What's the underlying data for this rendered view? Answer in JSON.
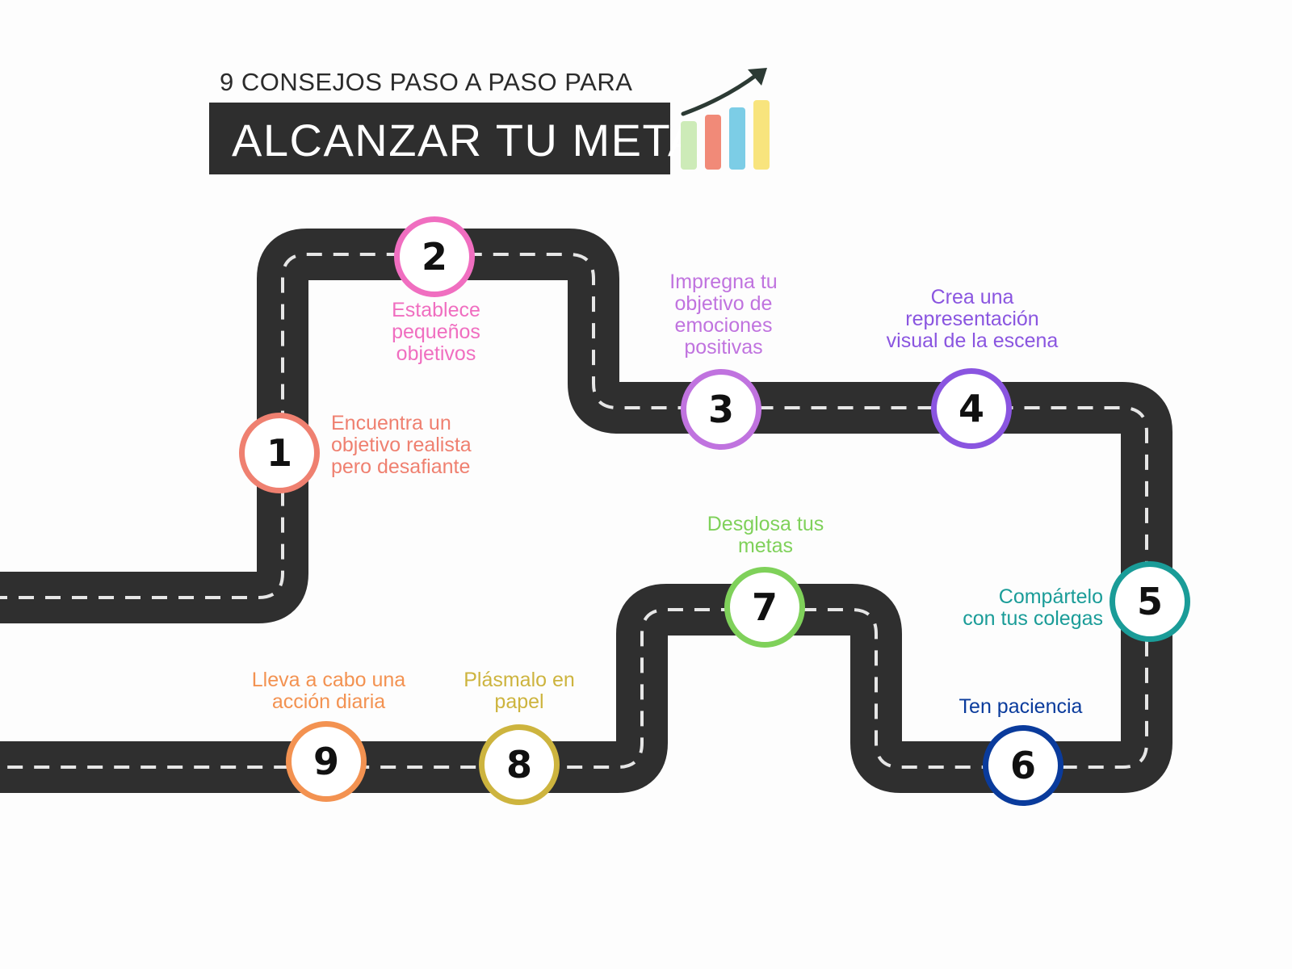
{
  "header": {
    "subtitle": "9 CONSEJOS PASO A PASO PARA",
    "title": "ALCANZAR TU META"
  },
  "icons": {
    "chart": "bar-chart-with-rising-arrow-icon"
  },
  "colors": {
    "road": "#2f2f2f",
    "lane": "#e6e6e6",
    "chart_bars": [
      "#cdebb8",
      "#f18a78",
      "#7ccde6",
      "#f8e47d"
    ],
    "arrow": "#2c3a34"
  },
  "steps": [
    {
      "number": "1",
      "text": [
        "Encuentra un",
        "objetivo realista",
        "pero desafiante"
      ],
      "color": "#ef8070"
    },
    {
      "number": "2",
      "text": [
        "Establece",
        "pequeños",
        "objetivos"
      ],
      "color": "#f06ec0"
    },
    {
      "number": "3",
      "text": [
        "Impregna tu",
        "objetivo de",
        "emociones",
        "positivas"
      ],
      "color": "#c073df"
    },
    {
      "number": "4",
      "text": [
        "Crea una",
        "representación",
        "visual de la escena"
      ],
      "color": "#8a55e0"
    },
    {
      "number": "5",
      "text": [
        "Compártelo",
        "con tus colegas"
      ],
      "color": "#1a9c98"
    },
    {
      "number": "6",
      "text": [
        "Ten paciencia"
      ],
      "color": "#0a3b9c"
    },
    {
      "number": "7",
      "text": [
        "Desglosa tus",
        "metas"
      ],
      "color": "#7fd15a"
    },
    {
      "number": "8",
      "text": [
        "Plásmalo en",
        "papel"
      ],
      "color": "#cdb43e"
    },
    {
      "number": "9",
      "text": [
        "Lleva a cabo una",
        "acción diaria"
      ],
      "color": "#f39251"
    }
  ]
}
